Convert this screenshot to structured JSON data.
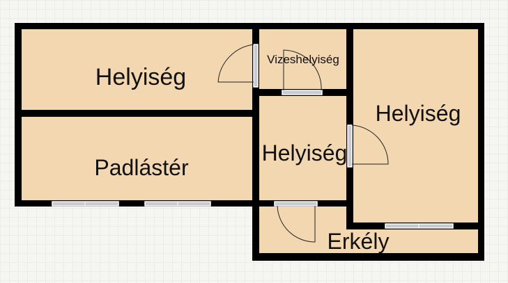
{
  "floor_plan": {
    "rooms": [
      {
        "name": "Helyiség"
      },
      {
        "name": "Padlástér"
      },
      {
        "name": "Vizeshelyiség"
      },
      {
        "name": "Helyiség"
      },
      {
        "name": "Helyiség"
      },
      {
        "name": "Erkély"
      }
    ]
  },
  "colors": {
    "room_fill": "#f2d7b0",
    "wall": "#000000",
    "grid": "#e3e3df",
    "background": "#f5f5f2"
  }
}
